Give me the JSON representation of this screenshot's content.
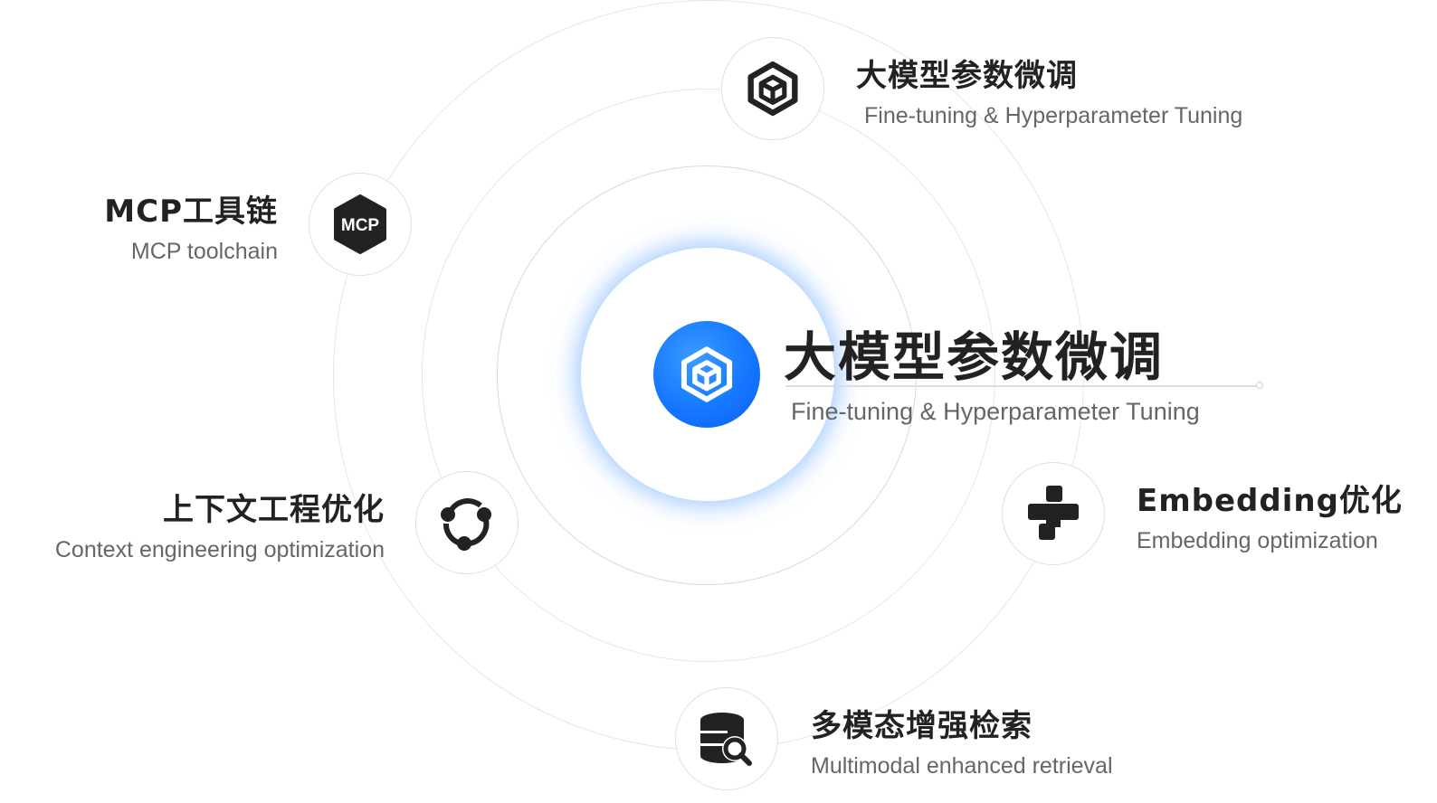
{
  "center": {
    "title": "大模型参数微调",
    "subtitle": "Fine-tuning & Hyperparameter Tuning",
    "icon": "cube-icon",
    "color": "#1478ff"
  },
  "nodes": [
    {
      "id": "fine-tuning",
      "icon": "cube-icon",
      "title": "大模型参数微调",
      "subtitle": "Fine-tuning & Hyperparameter Tuning"
    },
    {
      "id": "mcp",
      "icon": "mcp-icon",
      "icon_text": "MCP",
      "title": "MCP工具链",
      "subtitle": "MCP toolchain"
    },
    {
      "id": "context",
      "icon": "share-nodes-icon",
      "title": "上下文工程优化",
      "subtitle": "Context engineering optimization"
    },
    {
      "id": "embedding",
      "icon": "blocks-icon",
      "title": "Embedding优化",
      "subtitle": "Embedding optimization"
    },
    {
      "id": "retrieval",
      "icon": "database-search-icon",
      "title": "多模态增强检索",
      "subtitle": "Multimodal enhanced retrieval"
    }
  ]
}
